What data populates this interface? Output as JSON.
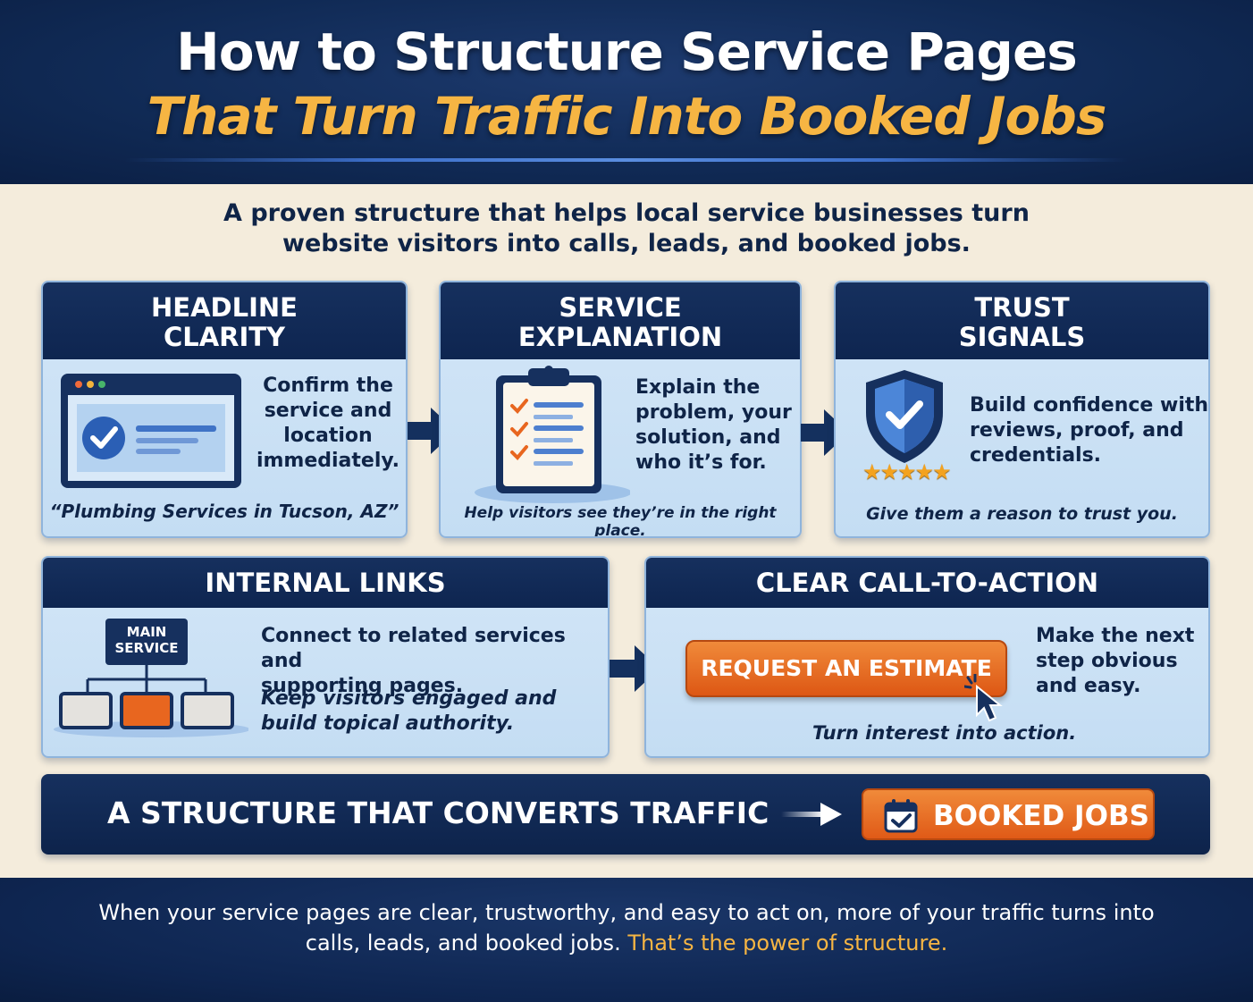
{
  "header": {
    "title_line1": "How to Structure Service Pages",
    "title_line2": "That Turn Traffic Into Booked Jobs"
  },
  "subtitle": {
    "line1": "A proven structure that helps local service businesses turn",
    "line2": "website visitors into calls, leads, and booked jobs."
  },
  "cards": {
    "headline": {
      "title_line1": "HEADLINE",
      "title_line2": "CLARITY",
      "text_lines": [
        "Confirm the",
        "service and",
        "location",
        "immediately."
      ],
      "note": "“Plumbing Services in Tucson, AZ”",
      "icon": "browser-check-icon"
    },
    "service": {
      "title_line1": "SERVICE",
      "title_line2": "EXPLANATION",
      "text_lines": [
        "Explain the",
        "problem, your",
        "solution, and",
        "who it’s for."
      ],
      "note": "Help visitors see they’re in the right place.",
      "icon": "clipboard-checklist-icon"
    },
    "trust": {
      "title_line1": "TRUST",
      "title_line2": "SIGNALS",
      "text_lines": [
        "Build confidence with",
        "reviews, proof, and",
        "credentials."
      ],
      "note": "Give them a reason to trust you.",
      "icon": "shield-check-icon",
      "stars": "★★★★★"
    },
    "links": {
      "title": "INTERNAL LINKS",
      "diagram_label_line1": "MAIN",
      "diagram_label_line2": "SERVICE",
      "text_lines": [
        "Connect to related services and",
        "supporting pages."
      ],
      "note_lines": [
        "Keep visitors engaged and",
        "build topical authority."
      ],
      "icon": "sitemap-icon"
    },
    "cta": {
      "title": "CLEAR CALL-TO-ACTION",
      "button_label": "REQUEST AN ESTIMATE",
      "text_lines": [
        "Make the next",
        "step obvious",
        "and easy."
      ],
      "note": "Turn interest into action.",
      "icon": "cursor-click-icon"
    }
  },
  "banner": {
    "text": "A STRUCTURE THAT CONVERTS TRAFFIC",
    "button_label": "BOOKED JOBS",
    "icon": "calendar-check-icon"
  },
  "footer": {
    "line1": "When your service pages are clear, trustworthy, and easy to act on, more of your traffic turns into",
    "line2_plain": "calls, leads, and booked jobs. ",
    "line2_highlight": "That’s the power of structure."
  },
  "colors": {
    "navy": "#0f2447",
    "gold": "#f6b543",
    "orange": "#e8661f",
    "card_blue": "#c9e0f5"
  }
}
